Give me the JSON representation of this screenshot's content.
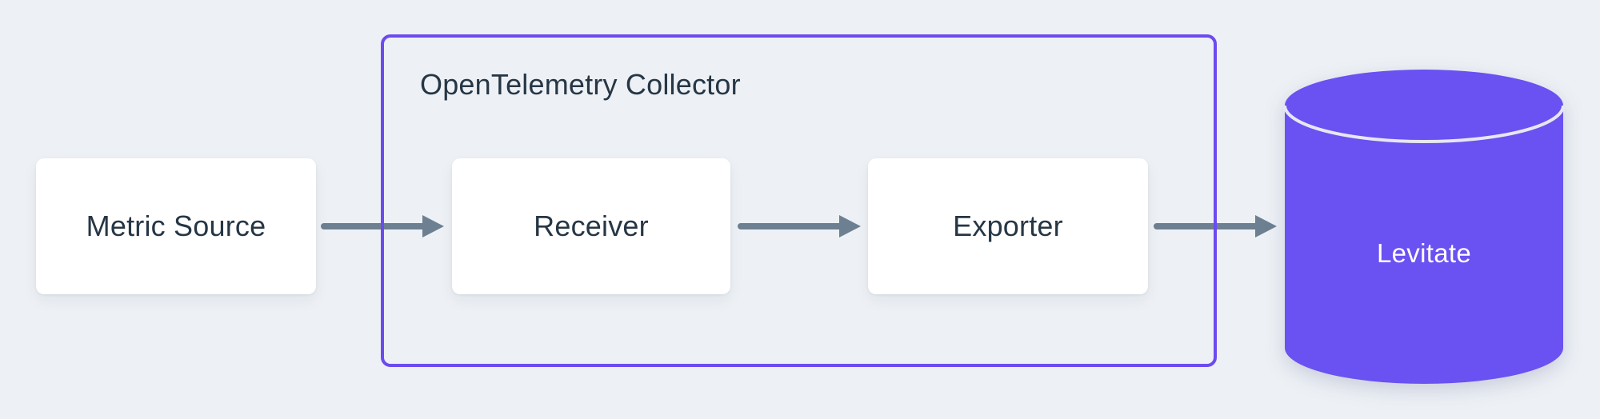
{
  "diagram": {
    "title": "OpenTelemetry Collector",
    "nodes": {
      "metric_source": {
        "label": "Metric Source"
      },
      "receiver": {
        "label": "Receiver"
      },
      "exporter": {
        "label": "Exporter"
      },
      "levitate": {
        "label": "Levitate"
      }
    },
    "flow": [
      "Metric Source -> Receiver",
      "Receiver -> Exporter",
      "Exporter -> Levitate"
    ]
  },
  "colors": {
    "bg": "#EDF1F5",
    "node-bg": "#FFFFFF",
    "node-text": "#263645",
    "accent-purple": "#6C4BEF",
    "cylinder-fill": "#6A51F1",
    "divider": "#E7E7F3",
    "arrow": "#6C8091",
    "label-on-purple": "#FFFFFF"
  }
}
